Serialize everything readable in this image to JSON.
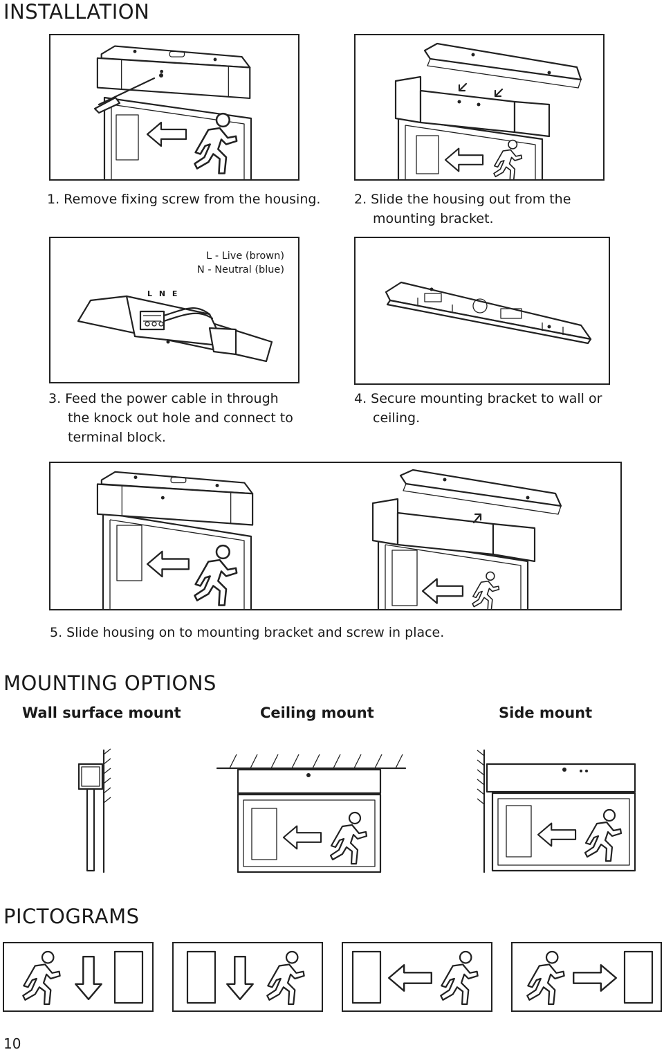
{
  "sections": {
    "installation": "INSTALLATION",
    "mounting": "MOUNTING OPTIONS",
    "pictograms": "PICTOGRAMS"
  },
  "steps": [
    {
      "lines": [
        "1.  Remove fixing screw from the housing."
      ]
    },
    {
      "lines": [
        "2.  Slide the housing out from the",
        "mounting bracket."
      ]
    },
    {
      "lines": [
        "3.  Feed the power cable in through",
        "the knock out hole and connect to",
        "terminal block."
      ]
    },
    {
      "lines": [
        "4.  Secure mounting bracket to wall or",
        "ceiling."
      ]
    },
    {
      "lines": [
        "5.  Slide housing on to mounting bracket and screw in place."
      ]
    }
  ],
  "wiring_note": {
    "live": "L - Live (brown)",
    "neutral": "N - Neutral (blue)",
    "terminal_labels": "L N E"
  },
  "mounting_options": [
    "Wall surface mount",
    "Ceiling mount",
    "Side mount"
  ],
  "pictogram_icons": [
    "runner-down-arrow-door-sign",
    "door-down-arrow-runner-sign",
    "door-left-arrow-runner-sign",
    "runner-right-arrow-door-sign"
  ],
  "page_number": "10"
}
